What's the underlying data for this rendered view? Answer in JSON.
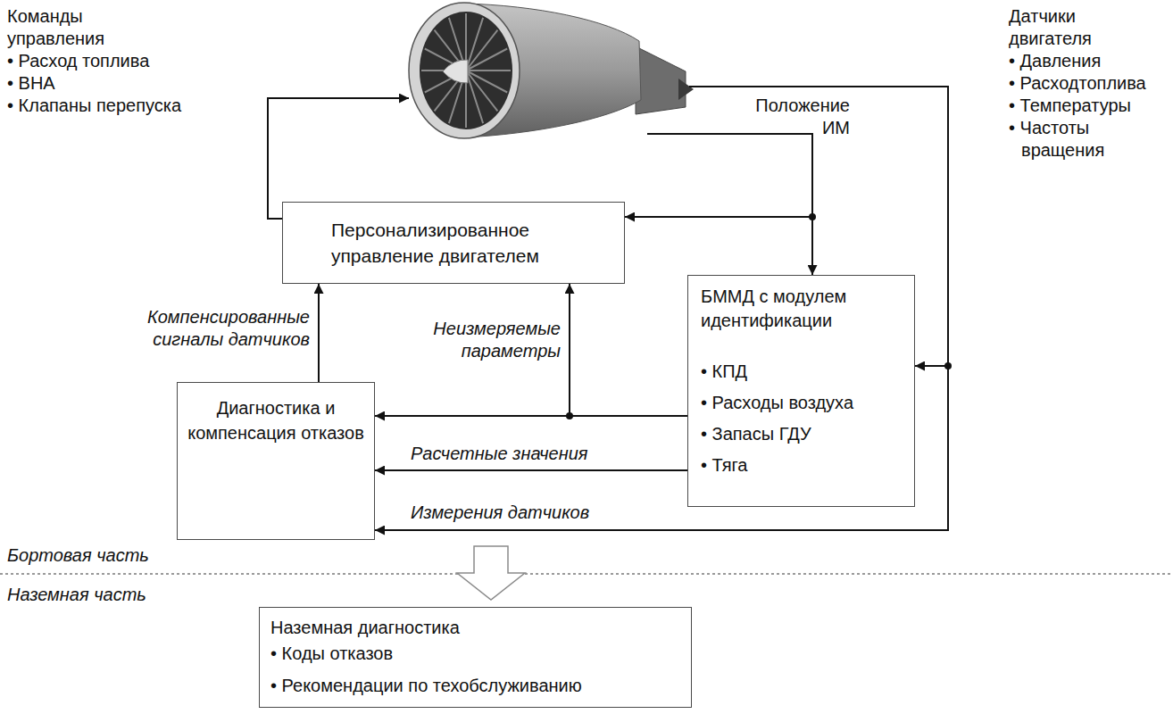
{
  "diagram": {
    "nodes": [
      {
        "text": [
          "Персонализированное управление двигателем"
        ]
      },
      {
        "text": [
          "БММД с модулем идентификации",
          "• КПД",
          "• Расходы воздуха",
          "• Запасы ГДУ",
          "• Тяга"
        ]
      },
      {
        "text": [
          "Диагностика и компенсация отказов"
        ]
      },
      {
        "text": [
          "Наземная диагностика",
          "• Коды отказов",
          "• Рекомендации по техобслуживанию"
        ]
      }
    ],
    "edges": [
      {
        "from": 2,
        "to": 0,
        "label": "Компенсированные сигналы датчиков",
        "arrow": "to"
      },
      {
        "from": 1,
        "to": 0,
        "label": "Неизмеряемые параметры",
        "arrow": "to"
      },
      {
        "from": 1,
        "to": 2,
        "arrow": "to"
      },
      {
        "from": 1,
        "to": 2,
        "label": "Расчетные значения",
        "arrow": "to"
      }
    ],
    "labels": [
      "Команды управления",
      "• Расход топлива",
      "• ВНА",
      "• Клапаны перепуска",
      "Датчики двигателя",
      "• Давления",
      "• Расходтоплива",
      "• Температуры",
      "• Частоты вращения",
      "Положение ИМ",
      "Измерения датчиков",
      "Бортовая часть",
      "Наземная часть"
    ]
  }
}
